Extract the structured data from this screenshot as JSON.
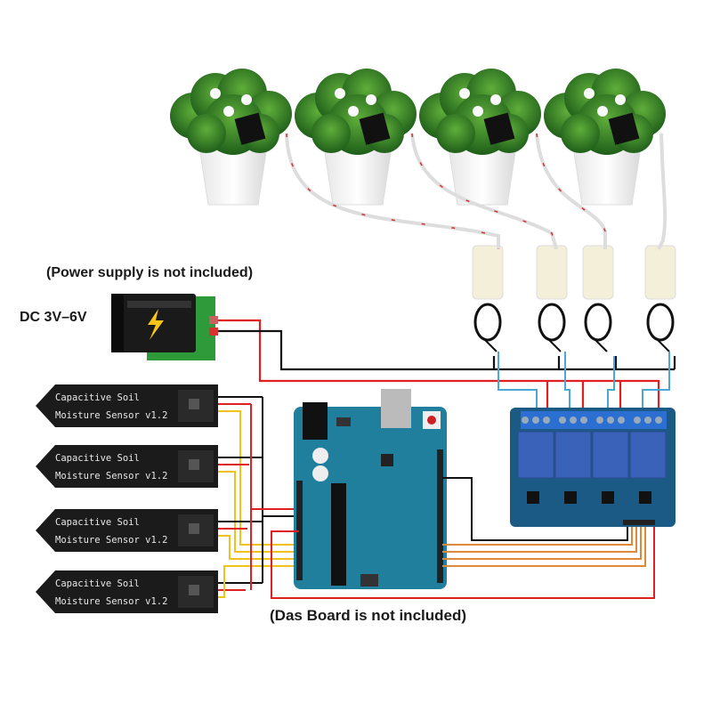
{
  "labels": {
    "power_note": "(Power supply is not included)",
    "voltage": "DC 3V–6V",
    "board_note": "(Das Board is not included)"
  },
  "sensors": [
    {
      "line1": "Capacitive Soil",
      "line2": "Moisture Sensor v1.2"
    },
    {
      "line1": "Capacitive Soil",
      "line2": "Moisture Sensor v1.2"
    },
    {
      "line1": "Capacitive Soil",
      "line2": "Moisture Sensor v1.2"
    },
    {
      "line1": "Capacitive Soil",
      "line2": "Moisture Sensor v1.2"
    }
  ],
  "components": {
    "plants": 4,
    "pumps": 4,
    "relay_channels": 4
  },
  "colors": {
    "wire_red": "#e02020",
    "wire_black": "#111111",
    "wire_yellow": "#f2c21a",
    "wire_orange": "#e0883a",
    "wire_blue": "#4aa8d8",
    "board_blue": "#1f7f9c",
    "relay_blue": "#3a62b8"
  }
}
